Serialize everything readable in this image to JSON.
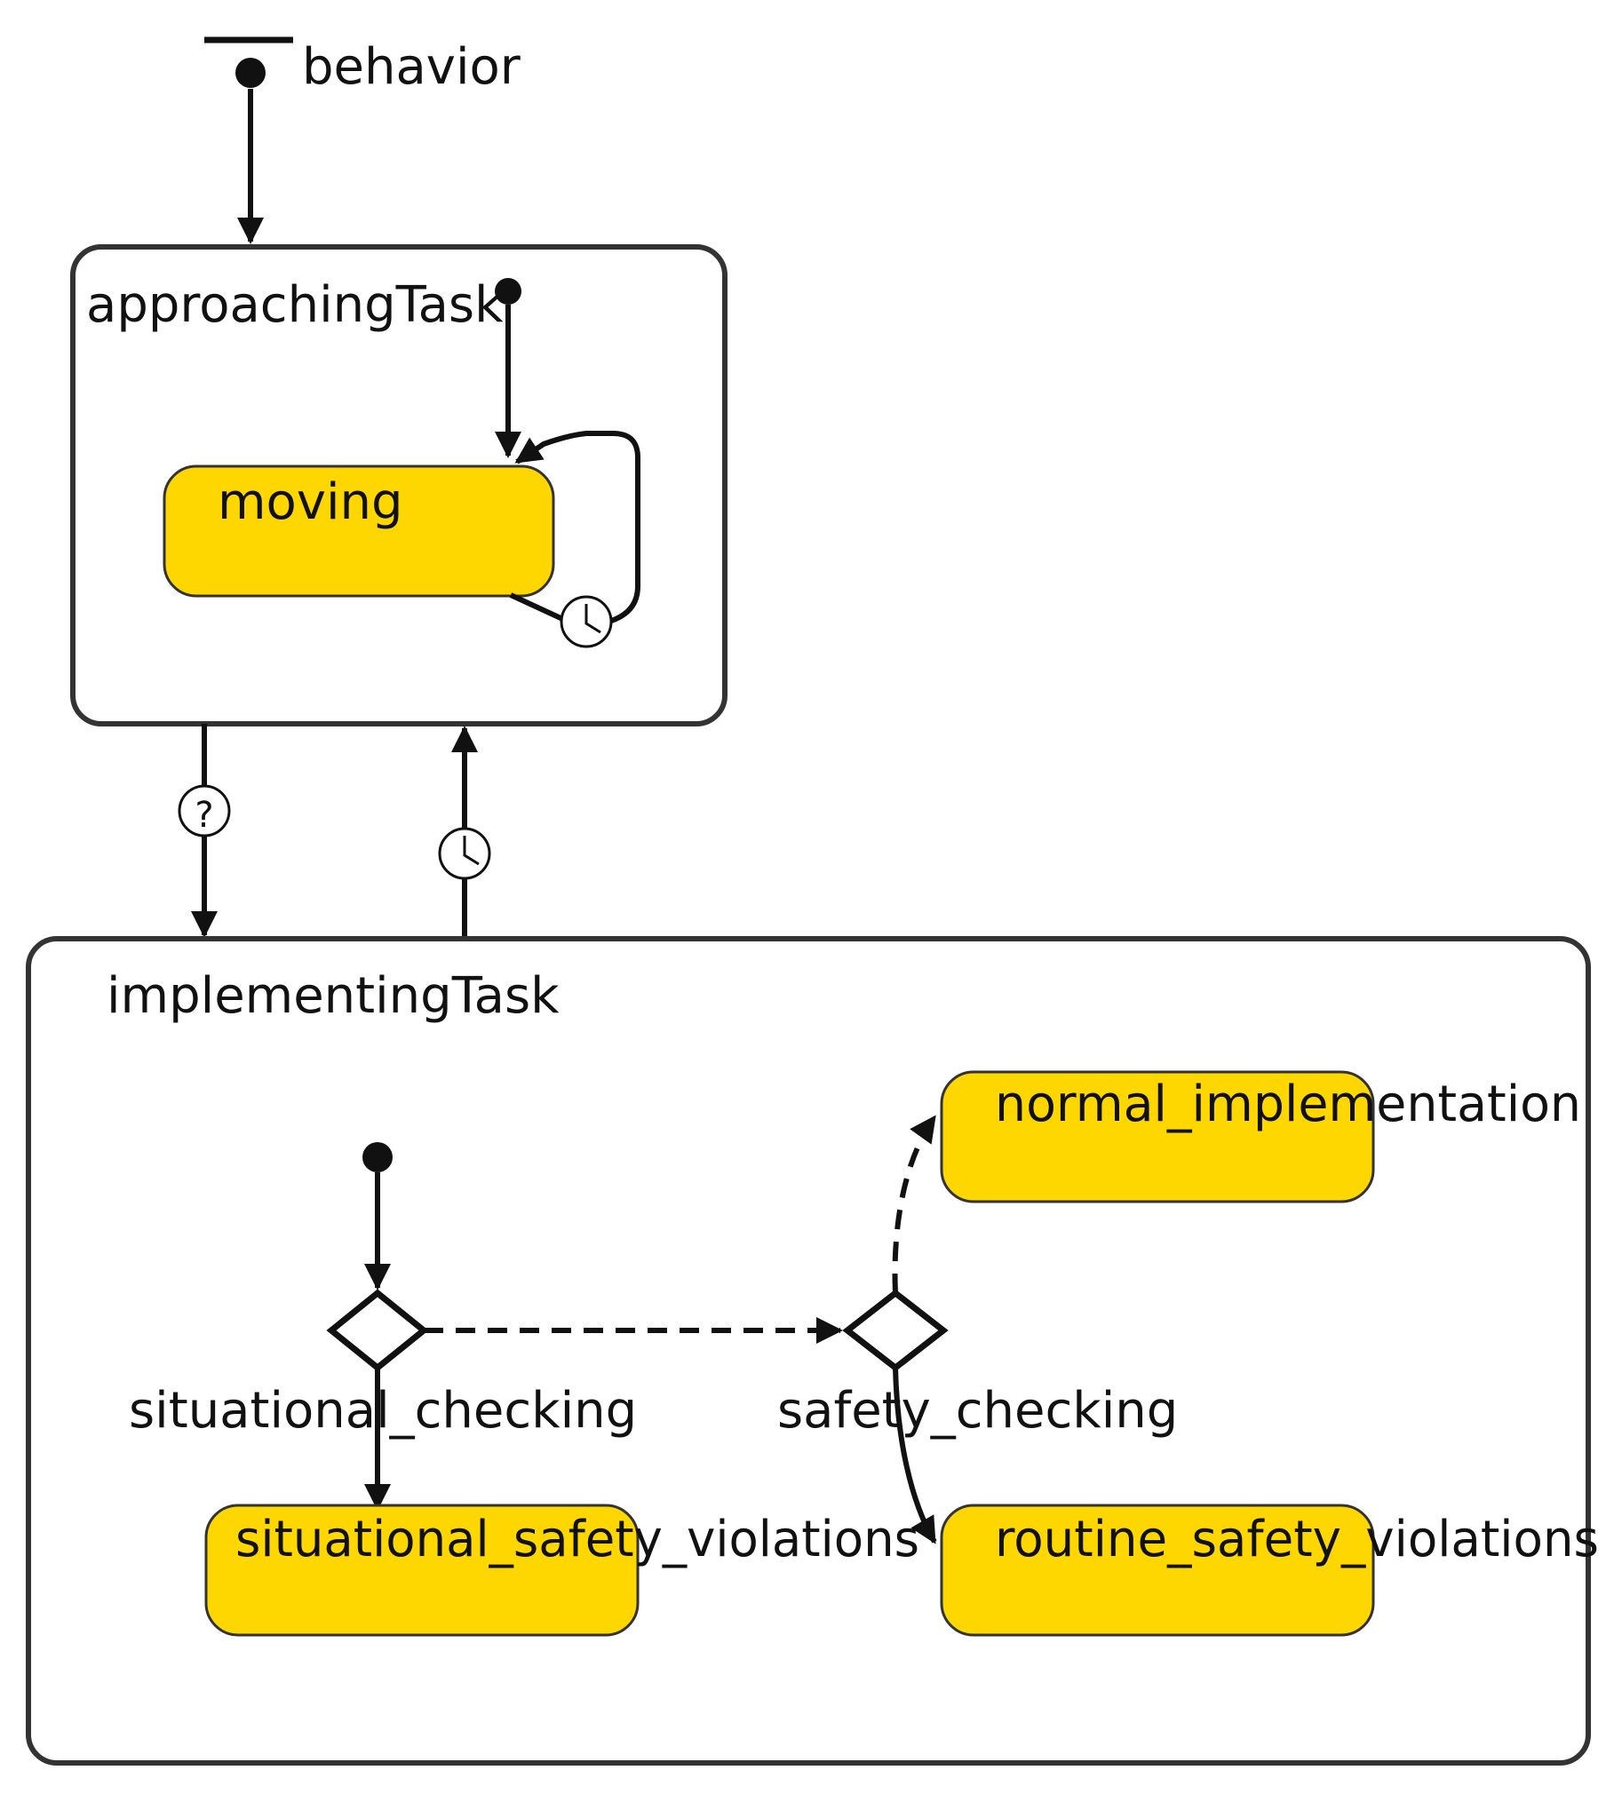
{
  "diagram": {
    "root_label": "behavior",
    "states": {
      "approaching": {
        "label": "approachingTask",
        "children": {
          "moving": "moving"
        }
      },
      "implementing": {
        "label": "implementingTask",
        "children": {
          "normal": "normal_implementation",
          "situational_violations": "situational_safety_violations",
          "routine_violations": "routine_safety_violations"
        }
      }
    },
    "choices": {
      "situational": "situational_checking",
      "safety": "safety_checking"
    },
    "trigger_icons": {
      "moving_self_loop": "clock-icon",
      "approach_to_implement": "question-mark-icon",
      "implement_to_approach": "clock-icon"
    }
  },
  "colors": {
    "state_fill": "#FFD700",
    "stroke": "#111111",
    "background": "#ffffff"
  }
}
